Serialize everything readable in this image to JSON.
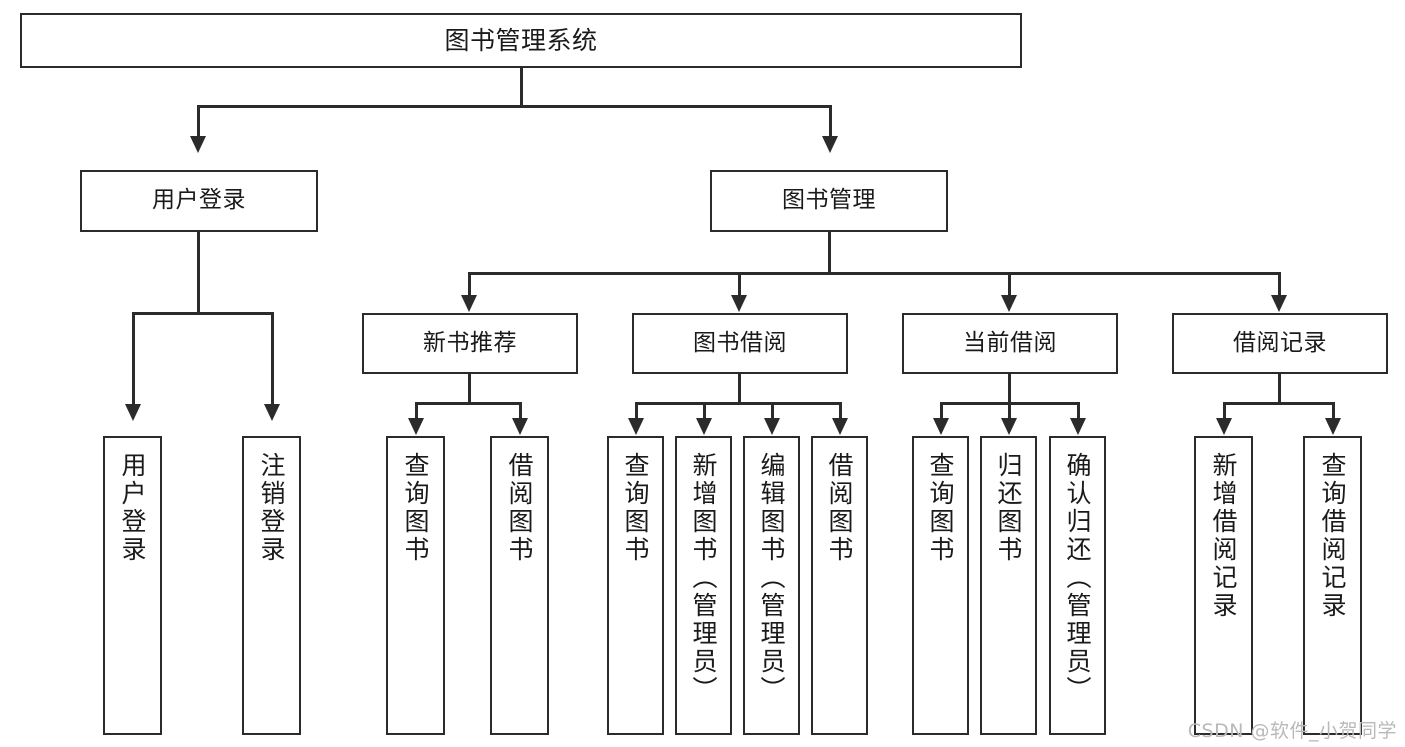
{
  "diagram": {
    "title": "图书管理系统",
    "type": "tree",
    "colors": {
      "stroke": "#2b2b2b",
      "fill": "#ffffff",
      "text": "#1a1a1a",
      "watermark": "#b9b9b9"
    },
    "root": {
      "label": "图书管理系统"
    },
    "level2": [
      {
        "label": "用户登录"
      },
      {
        "label": "图书管理"
      }
    ],
    "level3": [
      {
        "label": "新书推荐"
      },
      {
        "label": "图书借阅"
      },
      {
        "label": "当前借阅"
      },
      {
        "label": "借阅记录"
      }
    ],
    "leaves": {
      "user_login": [
        {
          "label": "用户登录"
        },
        {
          "label": "注销登录"
        }
      ],
      "new_book": [
        {
          "label": "查询图书"
        },
        {
          "label": "借阅图书"
        }
      ],
      "book_borrow": [
        {
          "label": "查询图书"
        },
        {
          "label": "新增图书（管理员）"
        },
        {
          "label": "编辑图书（管理员）"
        },
        {
          "label": "借阅图书"
        }
      ],
      "current_borrow": [
        {
          "label": "查询图书"
        },
        {
          "label": "归还图书"
        },
        {
          "label": "确认归还（管理员）"
        }
      ],
      "borrow_record": [
        {
          "label": "新增借阅记录"
        },
        {
          "label": "查询借阅记录"
        }
      ]
    }
  },
  "watermark": {
    "text": "CSDN @软件_小贺同学"
  }
}
